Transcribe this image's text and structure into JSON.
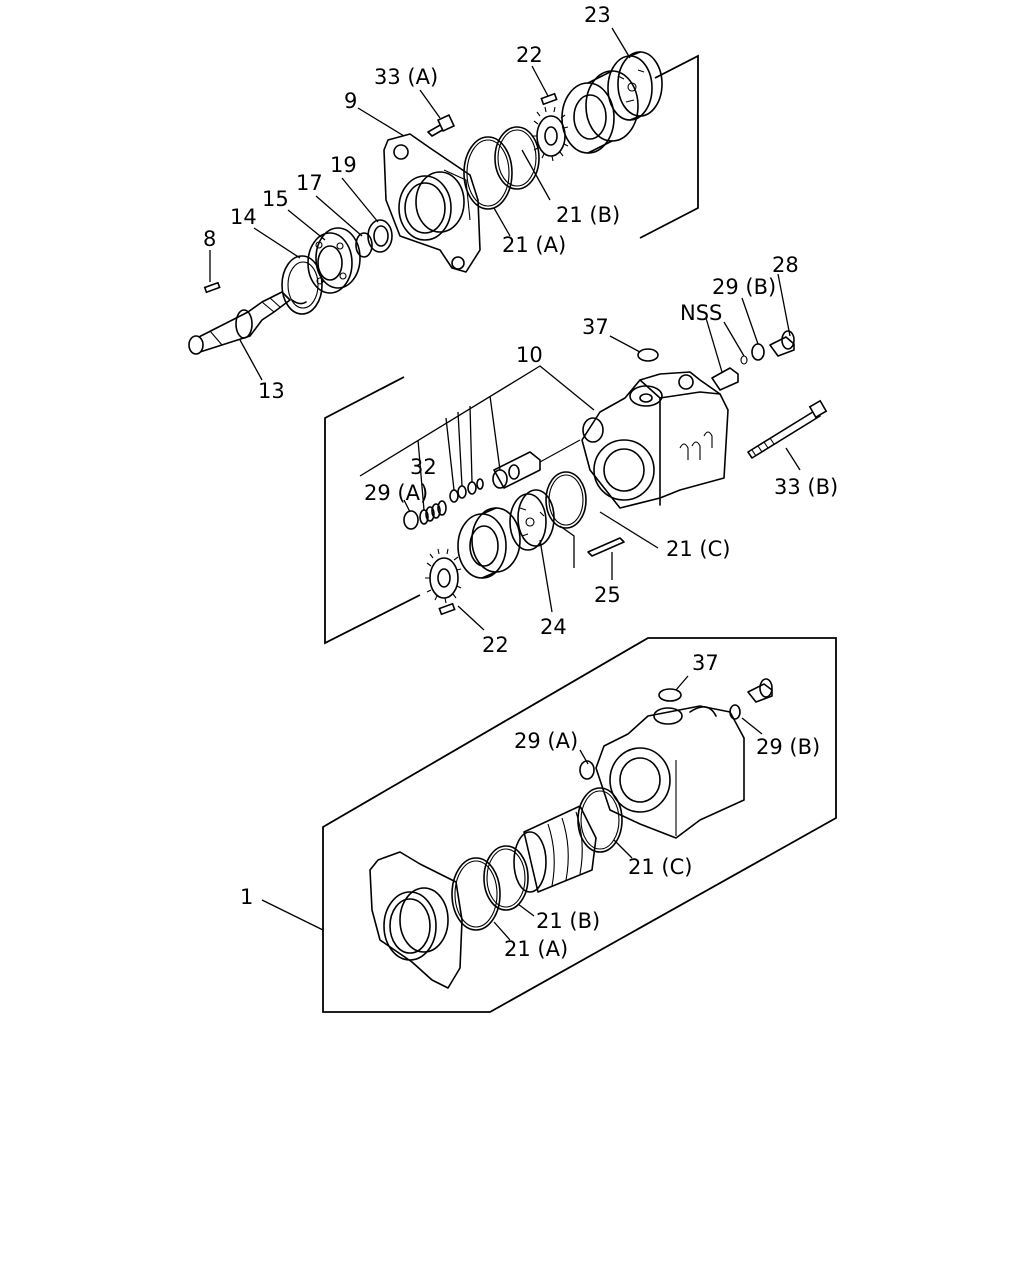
{
  "callouts": {
    "c23": "23",
    "c22_top": "22",
    "c33a": "33 (A)",
    "c9": "9",
    "c19": "19",
    "c17": "17",
    "c15": "15",
    "c14": "14",
    "c8": "8",
    "c13": "13",
    "c21b_top": "21 (B)",
    "c21a_top": "21 (A)",
    "c28": "28",
    "c29b_mid": "29 (B)",
    "cnss": "NSS",
    "c37_mid": "37",
    "c10": "10",
    "c32": "32",
    "c29a_mid": "29 (A)",
    "c33b": "33 (B)",
    "c21c_mid": "21 (C)",
    "c25": "25",
    "c24": "24",
    "c22_mid": "22",
    "c37_bot": "37",
    "c29a_bot": "29 (A)",
    "c29b_bot": "29 (B)",
    "c21c_bot": "21 (C)",
    "c21b_bot": "21 (B)",
    "c21a_bot": "21 (A)",
    "c1": "1"
  }
}
